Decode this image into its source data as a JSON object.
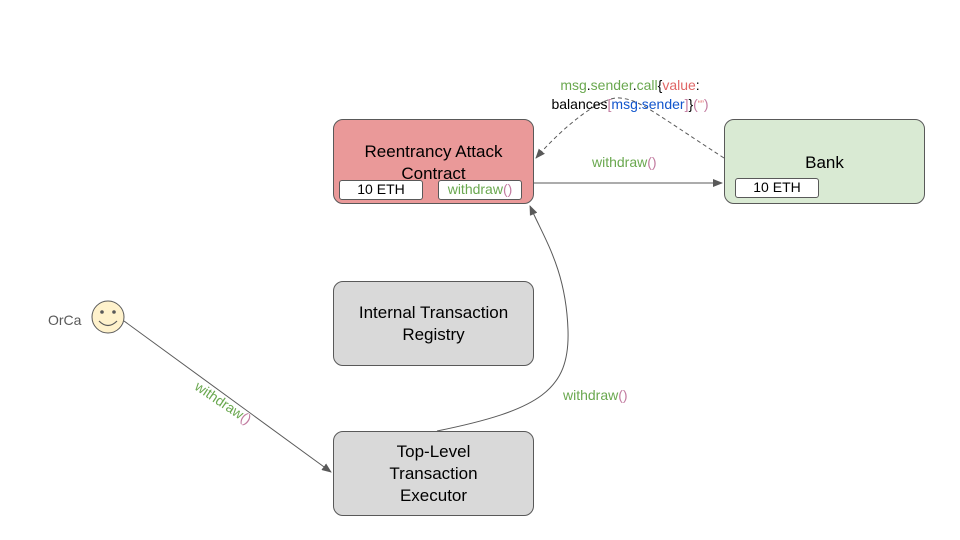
{
  "actor": {
    "name": "OrCa",
    "icon": "smiley-face-icon"
  },
  "nodes": {
    "reentrancy": {
      "title": "Reentrancy Attack Contract",
      "balance": "10 ETH",
      "function_name": "withdraw",
      "function_parens": "()"
    },
    "bank": {
      "title": "Bank",
      "balance": "10 ETH"
    },
    "registry": {
      "title": "Internal Transaction Registry"
    },
    "executor": {
      "title": "Top-Level Transaction Executor"
    }
  },
  "edges": {
    "callback": {
      "line1": [
        "msg",
        ".",
        "sender",
        ".",
        "call",
        "{",
        "value",
        ":"
      ],
      "line2": [
        "balances",
        "[",
        "msg.sender",
        "]",
        "}",
        "(",
        "“”",
        ")"
      ]
    },
    "reentrancy_to_bank": {
      "fn": "withdraw",
      "parens": "()"
    },
    "executor_to_reentrancy": {
      "fn": "withdraw",
      "parens": "()"
    },
    "user_to_executor": {
      "fn": "withdraw",
      "parens": "()"
    }
  },
  "colors": {
    "reentrancy_fill": "#ea9999",
    "bank_fill": "#d9ead3",
    "neutral_fill": "#d9d9d9",
    "function_green": "#6aa84f",
    "parens_pink": "#c27ba0",
    "value_red": "#e06666",
    "sender_blue": "#1155cc",
    "smiley_fill": "#fff2cc"
  }
}
